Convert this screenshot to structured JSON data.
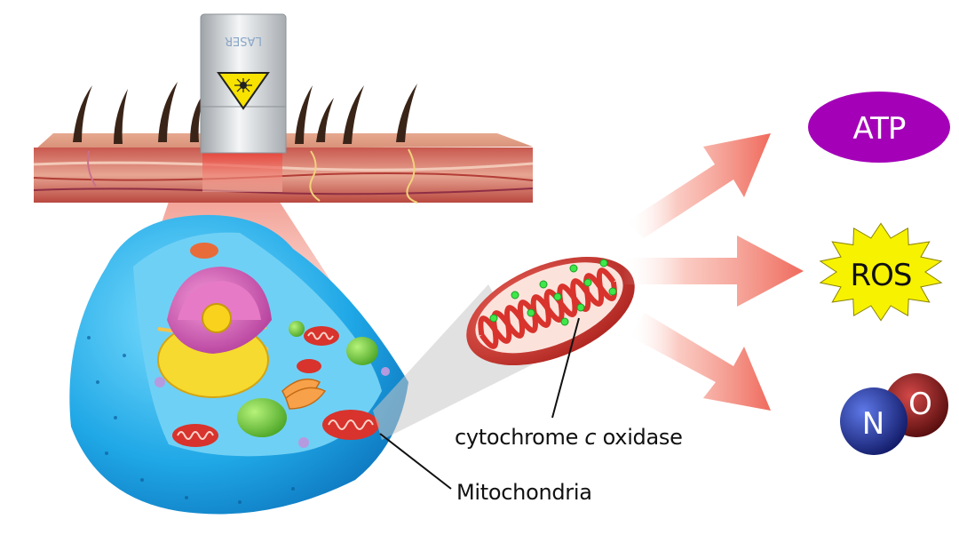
{
  "device": {
    "brand_text": "LASER",
    "warning_icon": "laser-warning-icon"
  },
  "labels": {
    "cytochrome_prefix": "cytochrome ",
    "cytochrome_italic": "c",
    "cytochrome_suffix": " oxidase",
    "mitochondria": "Mitochondria"
  },
  "products": {
    "atp": "ATP",
    "ros": "ROS",
    "no_n": "N",
    "no_o": "O"
  },
  "colors": {
    "atp_fill": "#a400b8",
    "ros_fill": "#f7f200",
    "n_atom": "#1c2a9a",
    "o_atom": "#8a0f0f",
    "arrow": "#f07a6e",
    "cell_blue": "#2bb3ec",
    "mito_red": "#d8332c"
  }
}
